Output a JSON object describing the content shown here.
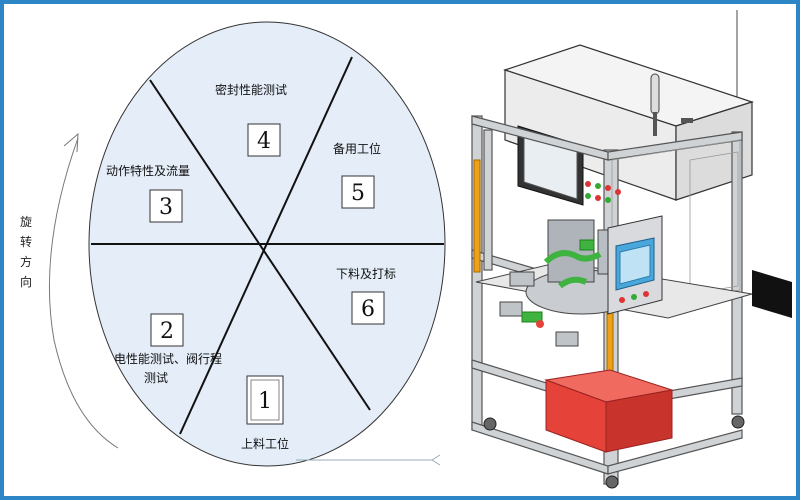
{
  "diagram": {
    "rotation_label_chars": [
      "旋",
      "转",
      "方",
      "向"
    ],
    "stations": [
      {
        "number": "1",
        "label_lines": [
          "上料工位"
        ]
      },
      {
        "number": "2",
        "label_lines": [
          "电性能测试、阀行程",
          "测试"
        ]
      },
      {
        "number": "3",
        "label_lines": [
          "动作特性及流量"
        ]
      },
      {
        "number": "4",
        "label_lines": [
          "密封性能测试"
        ]
      },
      {
        "number": "5",
        "label_lines": [
          "备用工位"
        ]
      },
      {
        "number": "6",
        "label_lines": [
          "下料及打标"
        ]
      }
    ],
    "colors": {
      "border": "#2f86c6",
      "disk_fill": "#e4edf8",
      "divider": "#111111",
      "guard_orange": "#f0a11c",
      "bin_red": "#e5423a",
      "hmi_blue": "#4aa7dc"
    }
  },
  "machine": {
    "name": "rotary-assembly-test-machine"
  }
}
